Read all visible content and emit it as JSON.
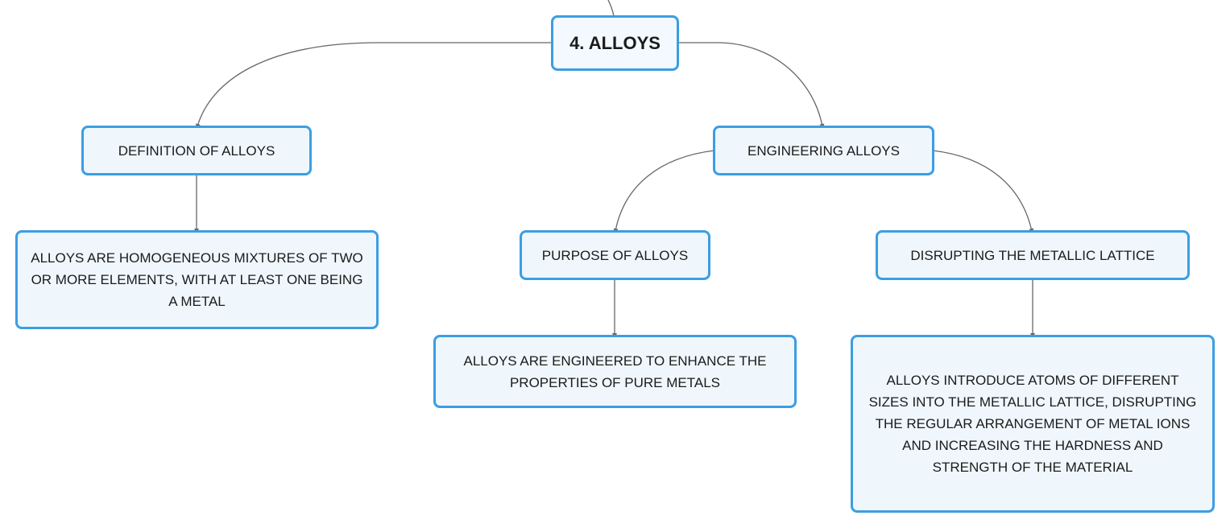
{
  "colors": {
    "node_border": "#3b9ee3",
    "node_fill": "#eff7fd",
    "connector": "#666666",
    "text": "#1b1b1b"
  },
  "nodes": {
    "root": "4. ALLOYS",
    "definition": "DEFINITION OF ALLOYS",
    "definition_detail": "ALLOYS ARE HOMOGENEOUS MIXTURES OF TWO OR MORE ELEMENTS, WITH AT LEAST ONE BEING A METAL",
    "engineering": "ENGINEERING ALLOYS",
    "purpose": "PURPOSE OF ALLOYS",
    "purpose_detail": "ALLOYS ARE ENGINEERED TO ENHANCE THE PROPERTIES OF PURE METALS",
    "disrupting": "DISRUPTING THE METALLIC LATTICE",
    "disrupting_detail": "ALLOYS INTRODUCE ATOMS OF DIFFERENT SIZES INTO THE METALLIC LATTICE, DISRUPTING THE REGULAR ARRANGEMENT OF METAL IONS AND INCREASING THE HARDNESS AND STRENGTH OF THE MATERIAL"
  }
}
